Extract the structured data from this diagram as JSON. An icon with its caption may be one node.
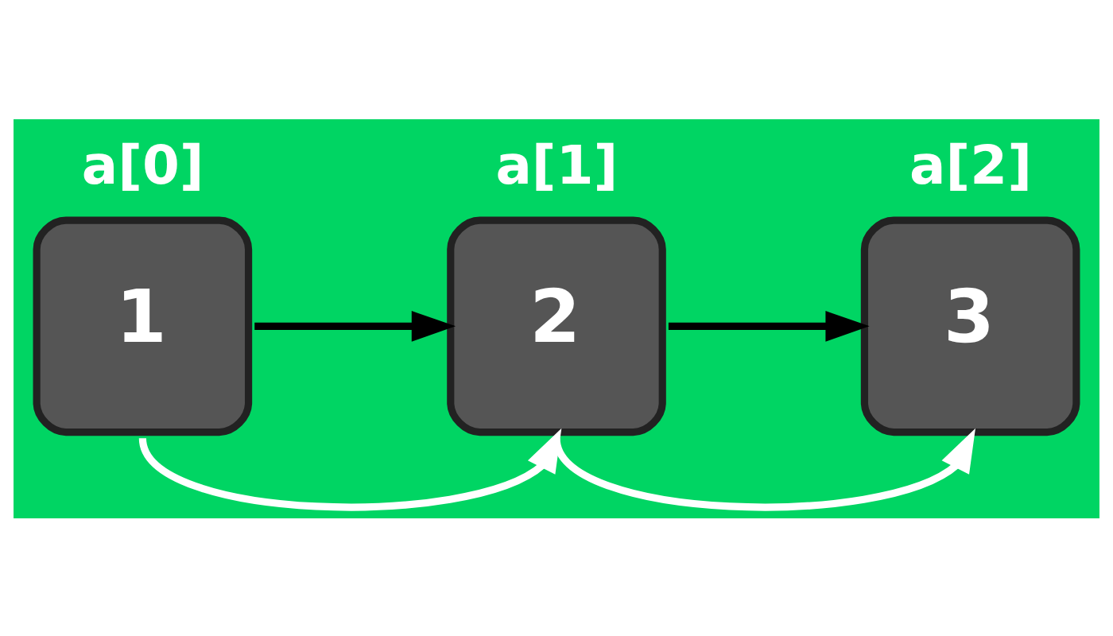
{
  "diagram": {
    "nodes": [
      {
        "text": [
          "1"
        ],
        "beside": [
          "a[0]"
        ]
      },
      {
        "text": [
          "2"
        ],
        "beside": [
          "a[1]"
        ]
      },
      {
        "text": [
          "3"
        ],
        "beside": [
          "a[2]"
        ]
      }
    ],
    "edges": [
      {
        "from": 0,
        "to": 1,
        "arrow": "to"
      },
      {
        "from": 1,
        "to": 2,
        "arrow": "to"
      },
      {
        "from": 0,
        "to": 1,
        "arrow": "to",
        "color": "#ffffff"
      },
      {
        "from": 1,
        "to": 2,
        "arrow": "to",
        "color": "#ffffff"
      }
    ]
  }
}
